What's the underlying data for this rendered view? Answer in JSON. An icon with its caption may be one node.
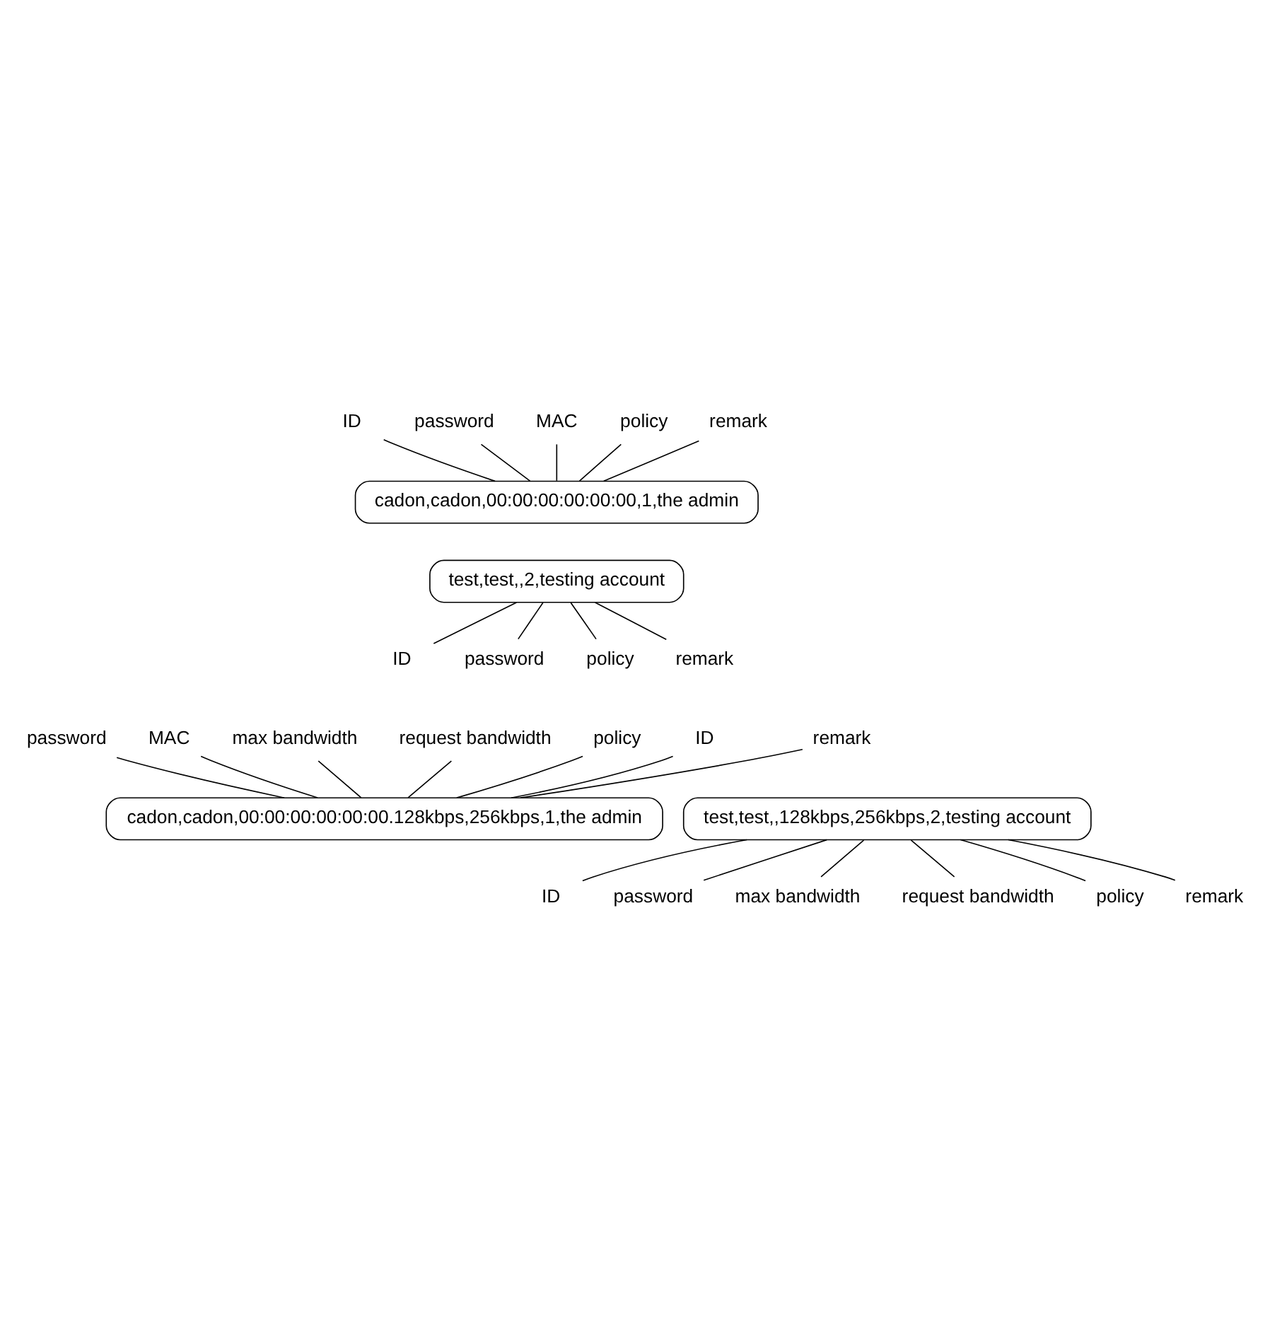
{
  "diagram": {
    "nodes": [
      {
        "text": [
          "cadon,cadon,00:00:00:00:00:00,1,the admin"
        ]
      },
      {
        "text": [
          "ID"
        ]
      },
      {
        "text": [
          "password"
        ]
      },
      {
        "text": [
          "MAC"
        ]
      },
      {
        "text": [
          "policy"
        ]
      },
      {
        "text": [
          "remark"
        ]
      },
      {
        "text": [
          "test,test,,2,testing account"
        ]
      },
      {
        "text": [
          "ID"
        ]
      },
      {
        "text": [
          "password"
        ]
      },
      {
        "text": [
          "policy"
        ]
      },
      {
        "text": [
          "remark"
        ]
      },
      {
        "text": [
          "cadon,cadon,00:00:00:00:00:00.128kbps,256kbps,1,the admin"
        ]
      },
      {
        "text": [
          "ID"
        ]
      },
      {
        "text": [
          "password"
        ]
      },
      {
        "text": [
          "MAC"
        ]
      },
      {
        "text": [
          "max bandwidth"
        ]
      },
      {
        "text": [
          "request bandwidth"
        ]
      },
      {
        "text": [
          "policy"
        ]
      },
      {
        "text": [
          "remark"
        ]
      },
      {
        "text": [
          "test,test,,128kbps,256kbps,2,testing account"
        ]
      },
      {
        "text": [
          "ID"
        ]
      },
      {
        "text": [
          "password"
        ]
      },
      {
        "text": [
          "max bandwidth"
        ]
      },
      {
        "text": [
          "request bandwidth"
        ]
      },
      {
        "text": [
          "policy"
        ]
      },
      {
        "text": [
          "remark"
        ]
      }
    ],
    "edges": [
      {
        "from": 1,
        "to": 0,
        "arrow": "none"
      },
      {
        "from": 2,
        "to": 0,
        "arrow": "none"
      },
      {
        "from": 3,
        "to": 0,
        "arrow": "none"
      },
      {
        "from": 4,
        "to": 0,
        "arrow": "none"
      },
      {
        "from": 5,
        "to": 0,
        "arrow": "none"
      },
      {
        "from": 6,
        "to": 7,
        "arrow": "none"
      },
      {
        "from": 6,
        "to": 8,
        "arrow": "none"
      },
      {
        "from": 6,
        "to": 9,
        "arrow": "none"
      },
      {
        "from": 6,
        "to": 10,
        "arrow": "none"
      },
      {
        "from": 12,
        "to": 11,
        "arrow": "none"
      },
      {
        "from": 13,
        "to": 11,
        "arrow": "none"
      },
      {
        "from": 14,
        "to": 11,
        "arrow": "none"
      },
      {
        "from": 15,
        "to": 11,
        "arrow": "none"
      },
      {
        "from": 16,
        "to": 11,
        "arrow": "none"
      },
      {
        "from": 17,
        "to": 11,
        "arrow": "none"
      },
      {
        "from": 18,
        "to": 11,
        "arrow": "none"
      },
      {
        "from": 19,
        "to": 20,
        "arrow": "none"
      },
      {
        "from": 19,
        "to": 21,
        "arrow": "none"
      },
      {
        "from": 19,
        "to": 22,
        "arrow": "none"
      },
      {
        "from": 19,
        "to": 23,
        "arrow": "none"
      },
      {
        "from": 19,
        "to": 24,
        "arrow": "none"
      },
      {
        "from": 19,
        "to": 25,
        "arrow": "none"
      }
    ]
  }
}
